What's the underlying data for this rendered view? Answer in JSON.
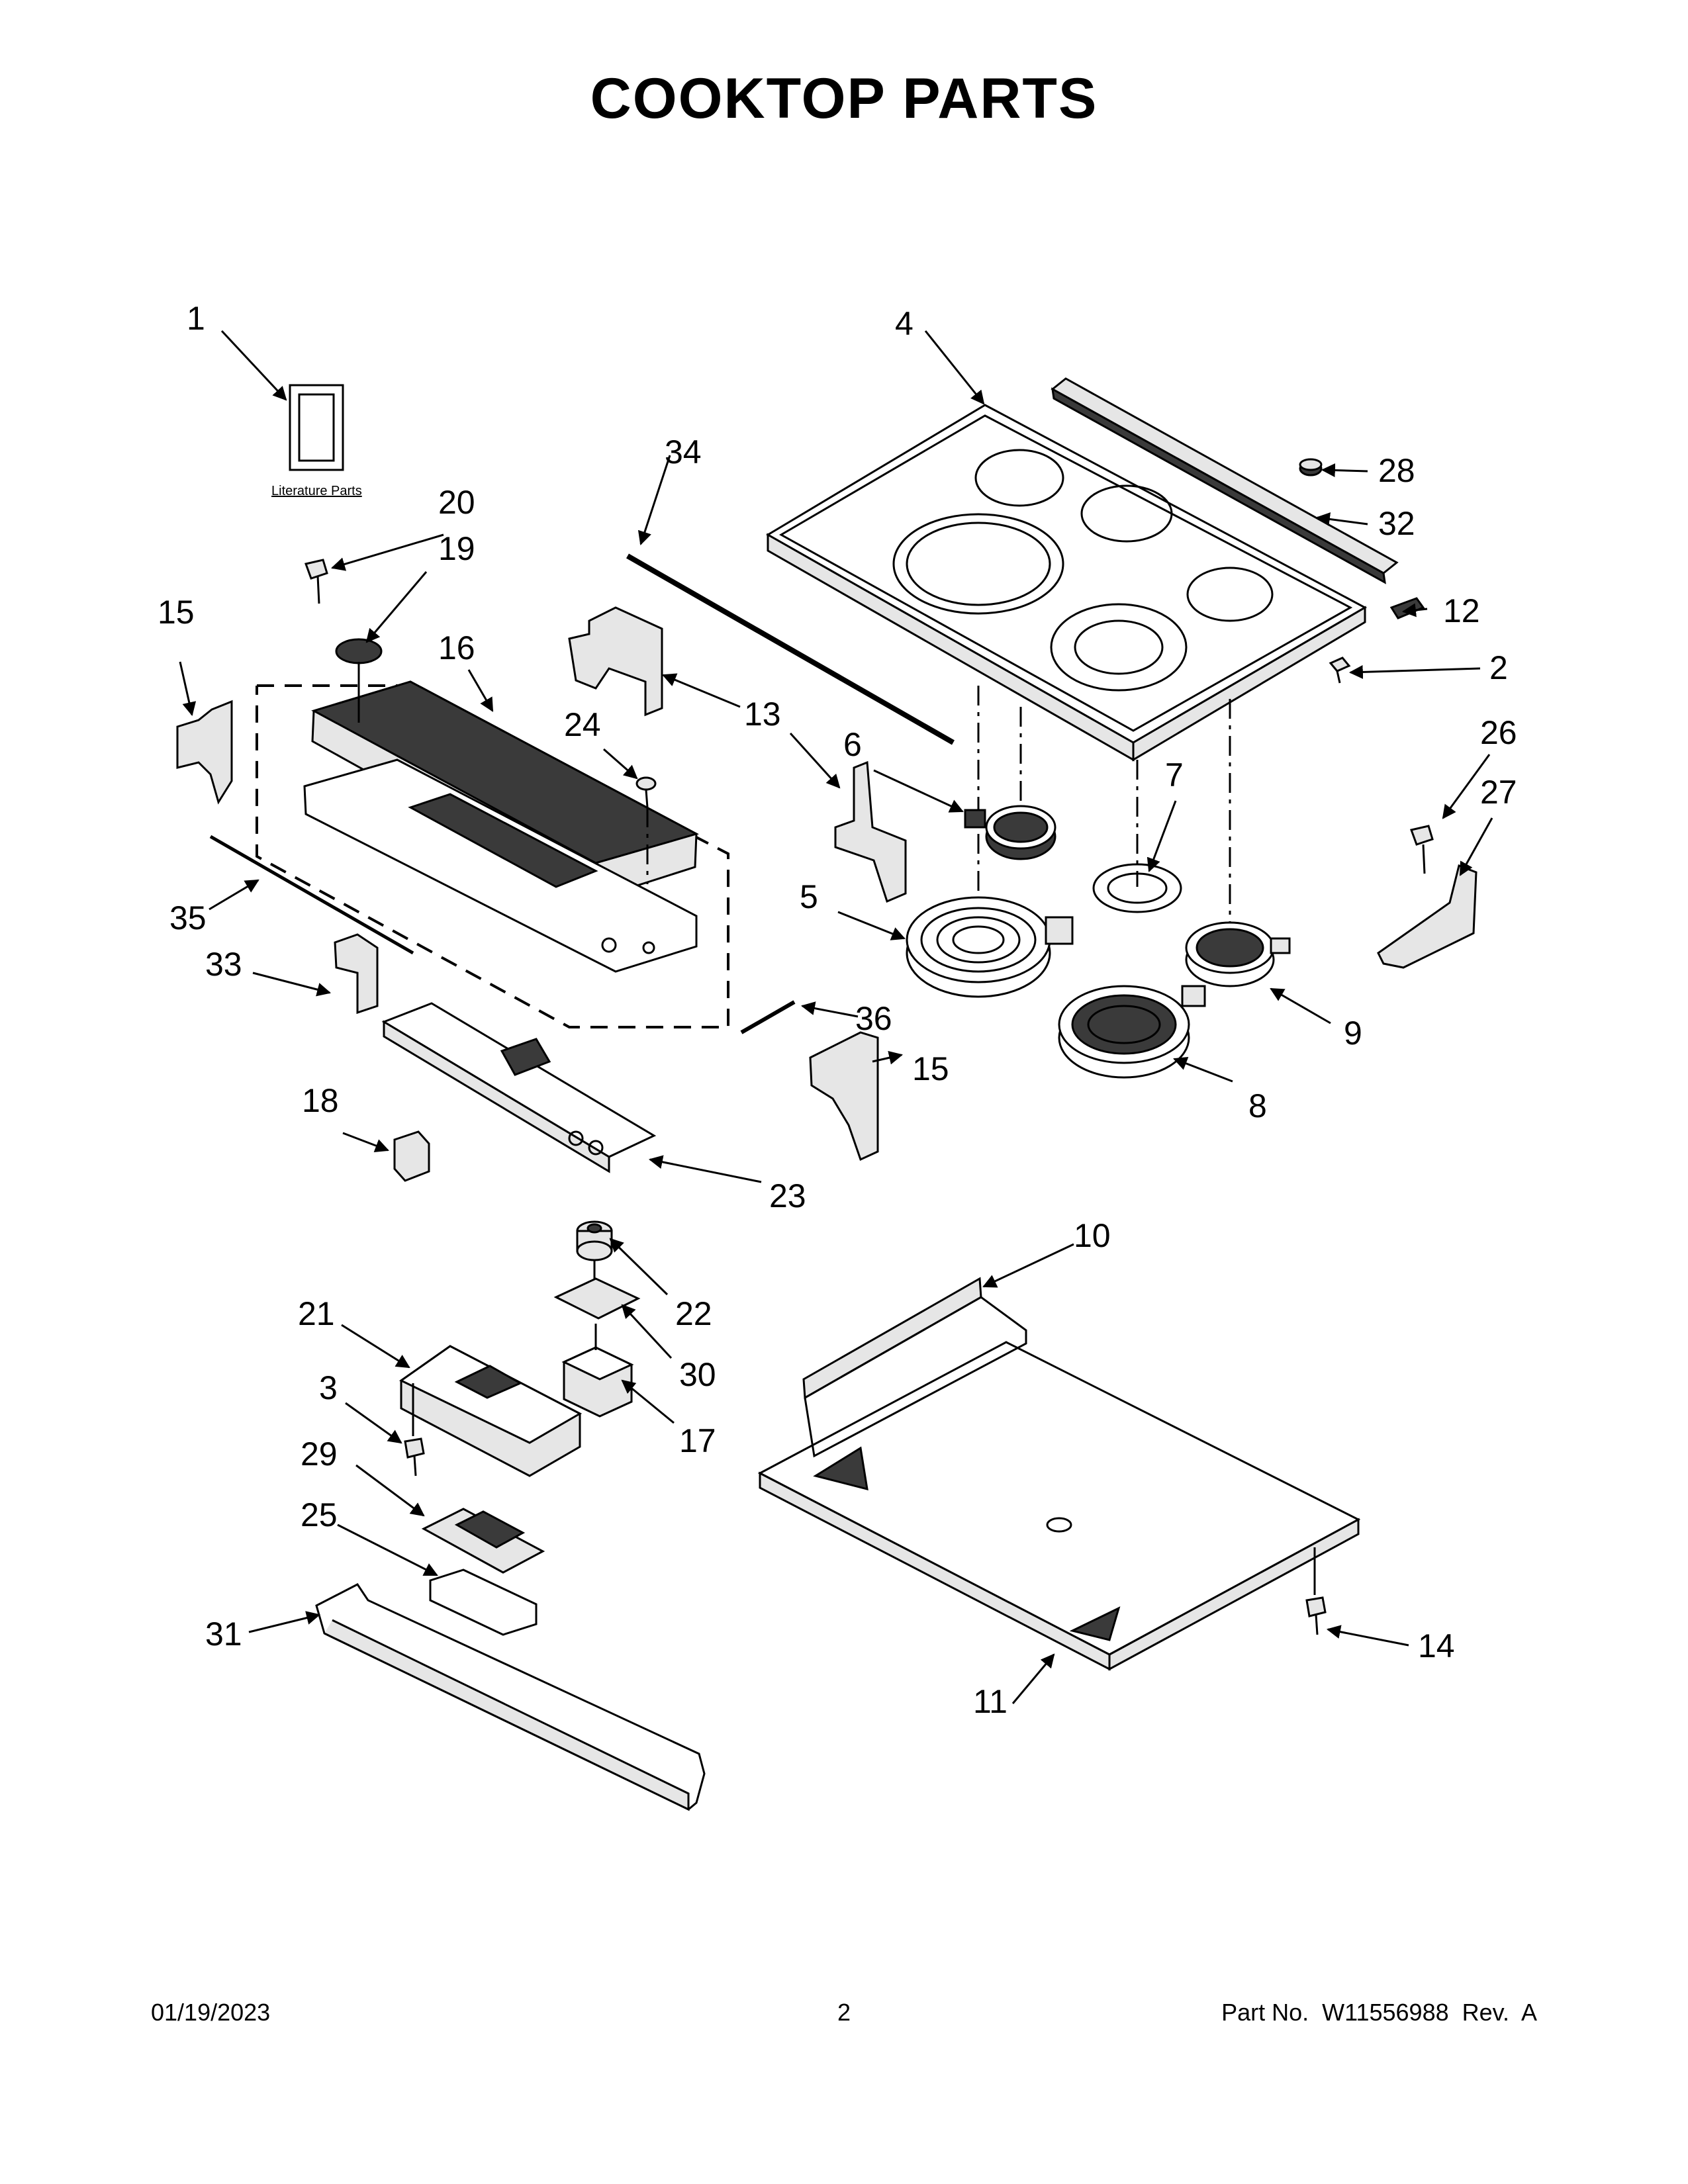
{
  "page_title": "COOKTOP PARTS",
  "literature_label": "Literature Parts",
  "callouts": {
    "c1": "1",
    "c2": "2",
    "c3": "3",
    "c4": "4",
    "c5": "5",
    "c6": "6",
    "c7": "7",
    "c8": "8",
    "c9": "9",
    "c10": "10",
    "c11": "11",
    "c12": "12",
    "c13a": "13",
    "c13b": "13",
    "c14": "14",
    "c15a": "15",
    "c15b": "15",
    "c16": "16",
    "c17": "17",
    "c18": "18",
    "c19": "19",
    "c20": "20",
    "c21": "21",
    "c22": "22",
    "c23": "23",
    "c24": "24",
    "c25": "25",
    "c26": "26",
    "c27": "27",
    "c28": "28",
    "c29": "29",
    "c30": "30",
    "c31": "31",
    "c32": "32",
    "c33": "33",
    "c34": "34",
    "c35": "35",
    "c36": "36"
  },
  "footer": {
    "date": "01/19/2023",
    "page": "2",
    "part": "Part No.  W11556988  Rev.  A"
  }
}
